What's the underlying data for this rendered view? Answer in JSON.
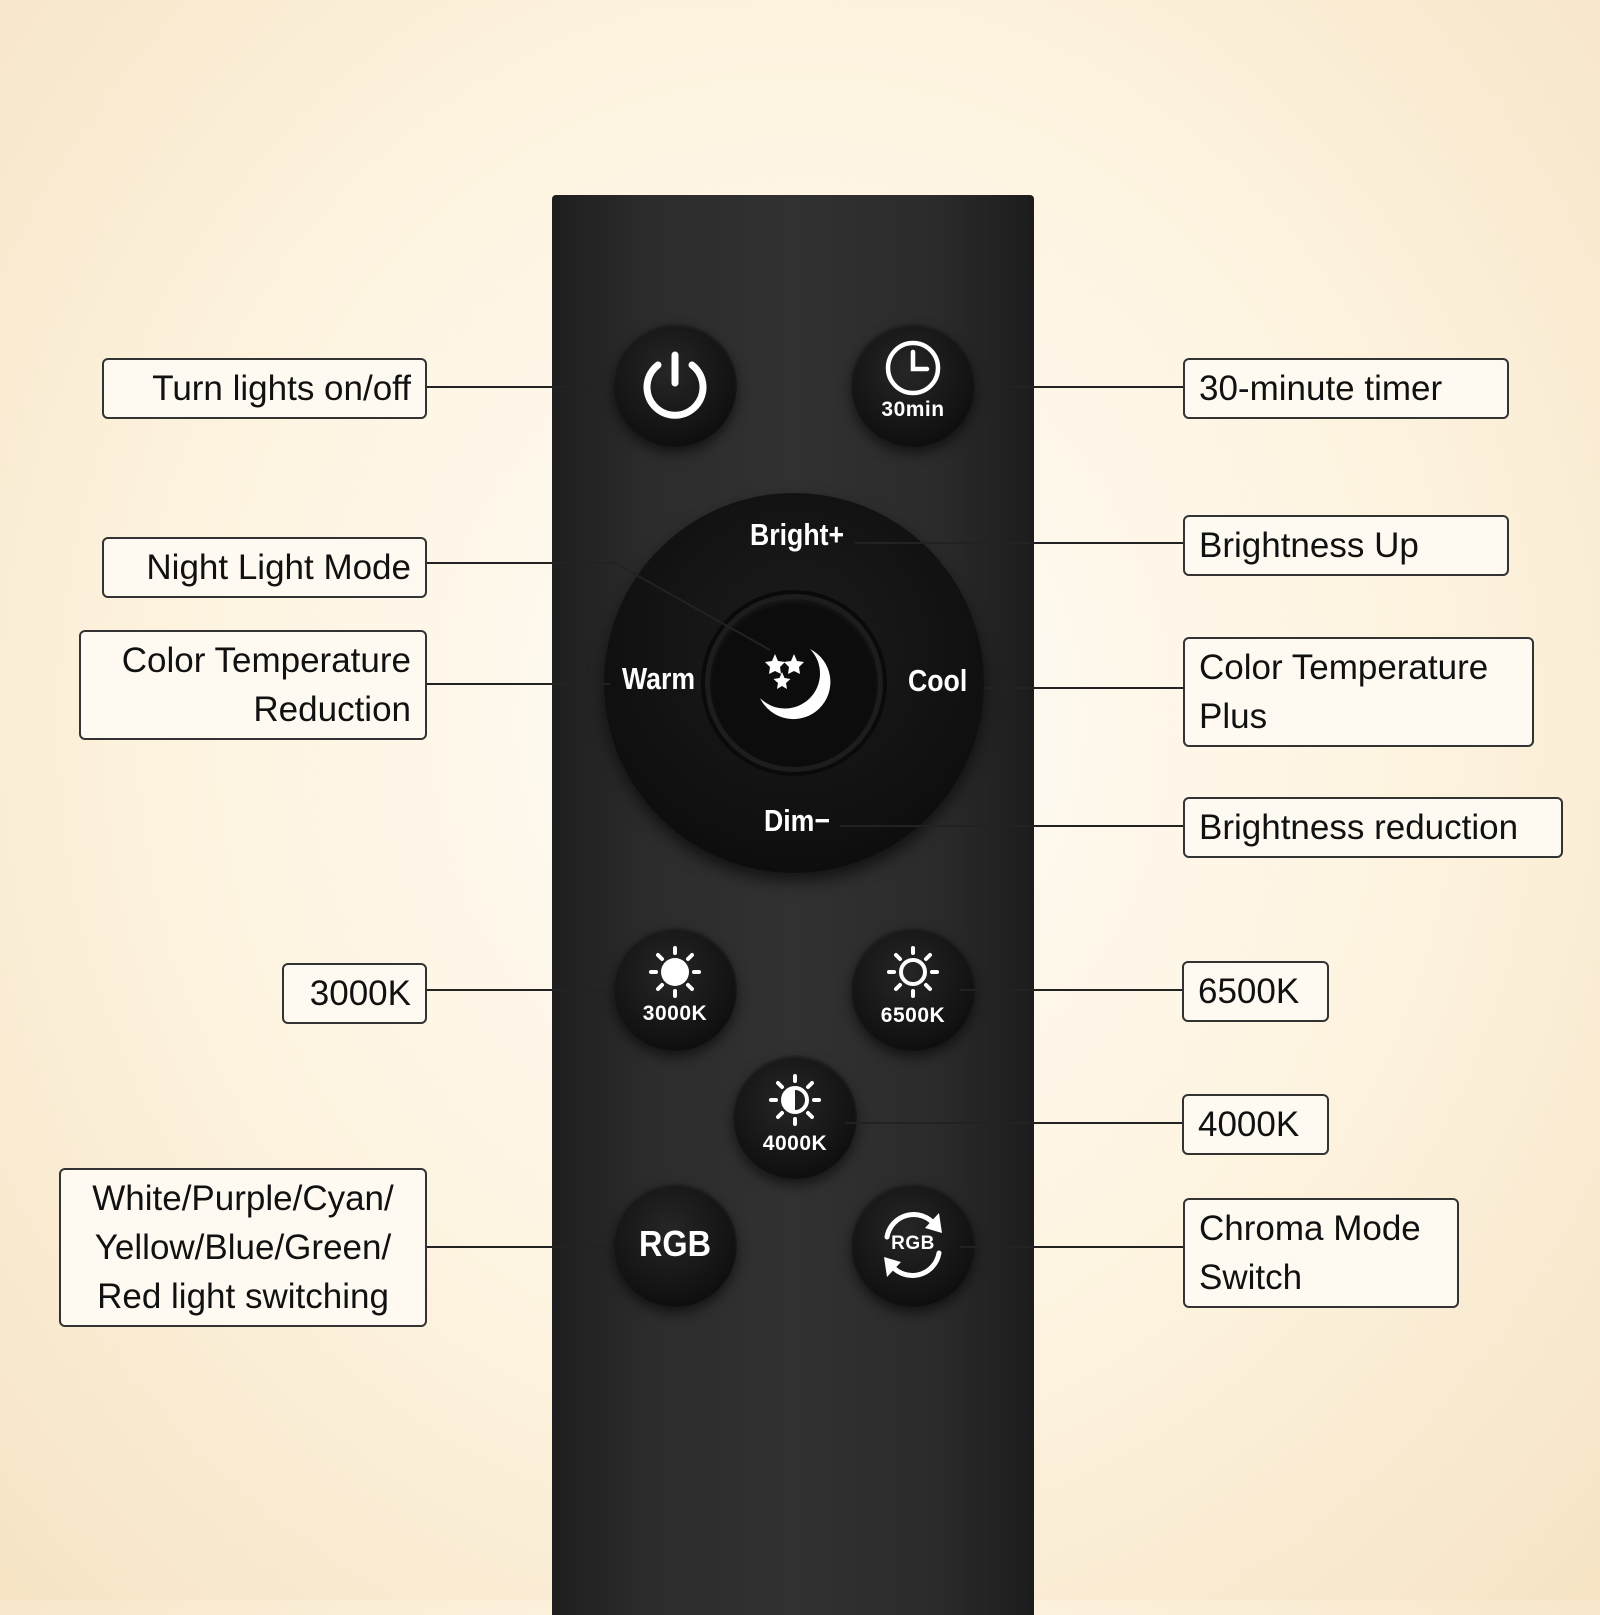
{
  "remote": {
    "buttons": {
      "power": {
        "icon": "power-icon"
      },
      "timer": {
        "icon": "clock-icon",
        "caption": "30min"
      },
      "k3000": {
        "icon": "sun-filled-icon",
        "caption": "3000K"
      },
      "k6500": {
        "icon": "sun-outline-icon",
        "caption": "6500K"
      },
      "k4000": {
        "icon": "sun-half-icon",
        "caption": "4000K"
      },
      "rgb": {
        "caption": "RGB"
      },
      "chroma": {
        "icon": "cycle-arrows-icon",
        "caption": "RGB"
      }
    },
    "dial": {
      "up": "Bright+",
      "down": "Dim−",
      "left": "Warm",
      "right": "Cool",
      "center_icon": "moon-stars-icon"
    }
  },
  "labels": {
    "power": "Turn lights on/off",
    "timer": "30-minute timer",
    "night": "Night Light Mode",
    "bright_up": "Brightness Up",
    "warm": "Color Temperature\nReduction",
    "cool": "Color Temperature\nPlus",
    "dim": "Brightness reduction",
    "k3000": "3000K",
    "k6500": "6500K",
    "k4000": "4000K",
    "rgb": "White/Purple/Cyan/\nYellow/Blue/Green/\nRed light switching",
    "chroma": "Chroma Mode\nSwitch"
  },
  "colors": {
    "remote_body": "#2c2c2c",
    "button": "#121212",
    "label_border": "#333333",
    "leader_line": "#222222"
  }
}
